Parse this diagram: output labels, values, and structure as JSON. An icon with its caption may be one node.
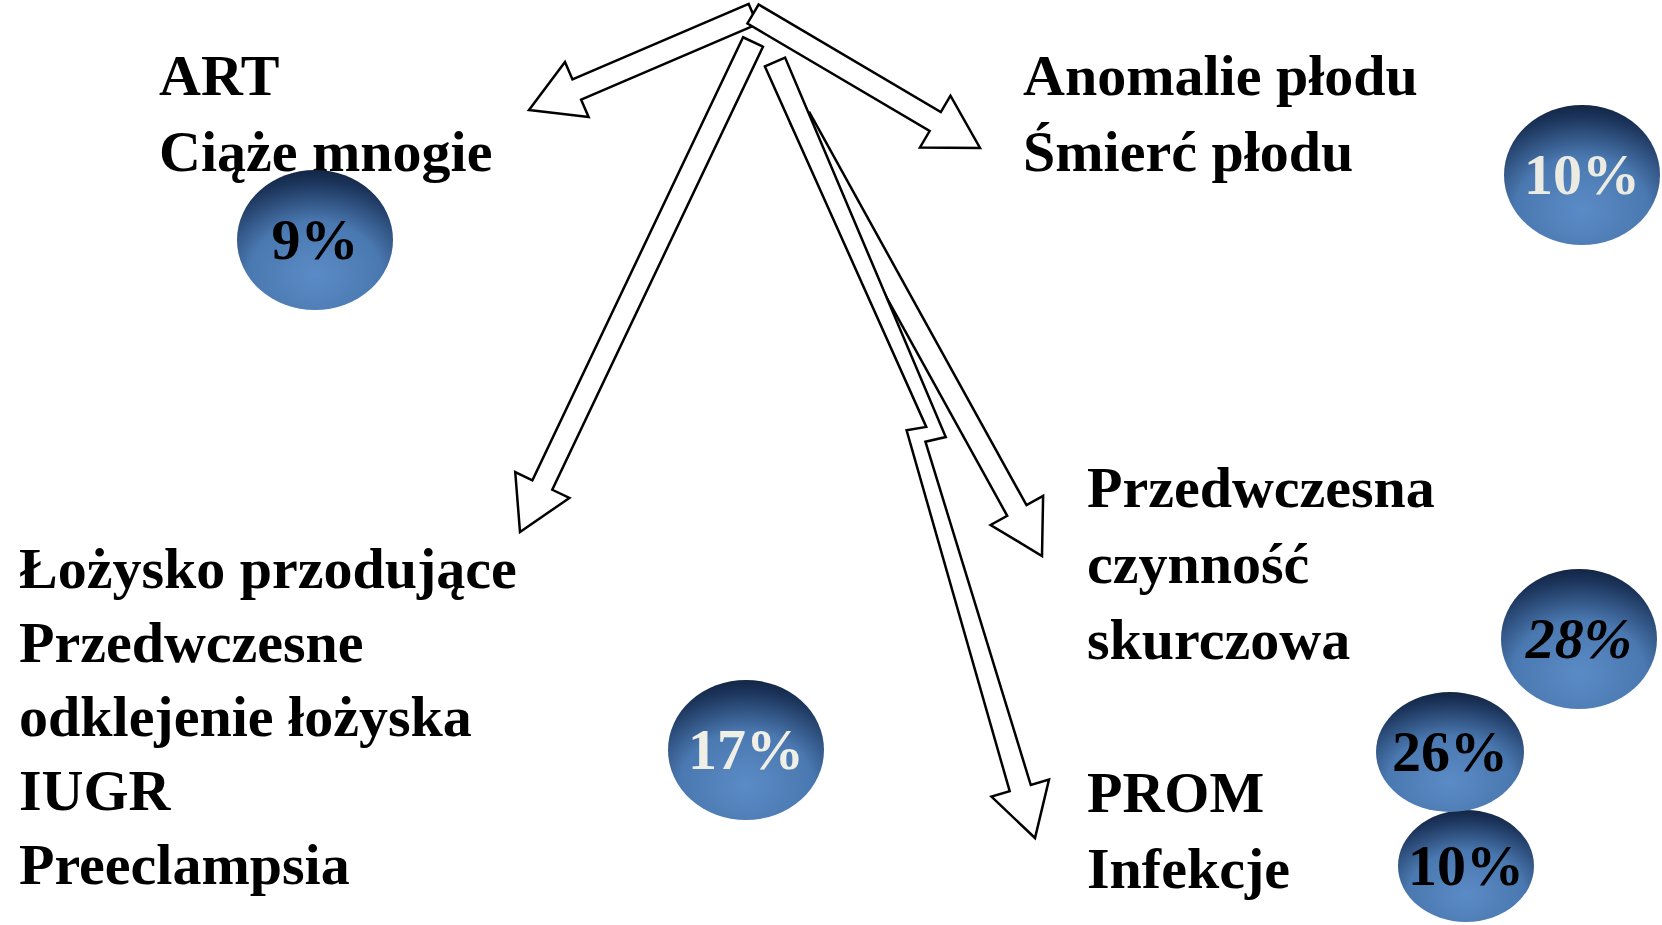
{
  "diagram": {
    "nodes": [
      {
        "text": [
          "ART",
          "Ciąże mnogie"
        ]
      },
      {
        "text": [
          "9%"
        ]
      },
      {
        "text": [
          "Anomalie płodu",
          "Śmierć płodu"
        ]
      },
      {
        "text": [
          "10%"
        ]
      },
      {
        "text": [
          "Łożysko przodujące",
          "Przedwczesne odklejenie  łożyska",
          "IUGR",
          "Preeclampsia"
        ]
      },
      {
        "text": [
          "17%"
        ]
      },
      {
        "text": [
          "Przedwczesna czynność skurczowa"
        ]
      },
      {
        "text": [
          "28%"
        ]
      },
      {
        "text": [
          "PROM",
          "Infekcje"
        ]
      },
      {
        "text": [
          "10%"
        ]
      },
      {
        "text": [
          "26%"
        ]
      }
    ],
    "edges": [
      {
        "from": null,
        "to": 0,
        "arrow": "to"
      },
      {
        "from": null,
        "to": 4,
        "arrow": "to"
      },
      {
        "from": null,
        "to": 2,
        "arrow": "to"
      },
      {
        "from": null,
        "to": 6,
        "arrow": "to"
      },
      {
        "from": null,
        "to": 8,
        "arrow": "to"
      }
    ]
  }
}
